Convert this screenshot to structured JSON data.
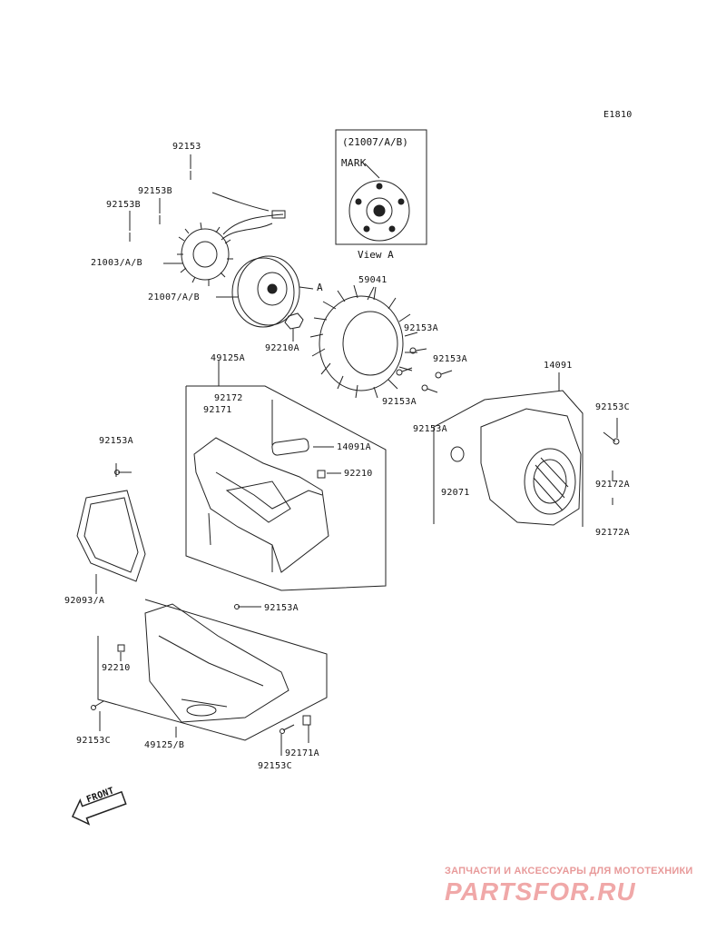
{
  "diagram_code": "E1810",
  "view_box": {
    "part_ref": "(21007/A/B)",
    "mark_label": "MARK",
    "caption": "View A"
  },
  "callout_letter": "A",
  "front_label": "FRONT",
  "labels": [
    {
      "id": "92153",
      "text": "92153"
    },
    {
      "id": "92153B-1",
      "text": "92153B"
    },
    {
      "id": "92153B-2",
      "text": "92153B"
    },
    {
      "id": "21003",
      "text": "21003/A/B"
    },
    {
      "id": "21007",
      "text": "21007/A/B"
    },
    {
      "id": "92210A",
      "text": "92210A"
    },
    {
      "id": "59041",
      "text": "59041"
    },
    {
      "id": "92153A-1",
      "text": "92153A"
    },
    {
      "id": "92153A-2",
      "text": "92153A"
    },
    {
      "id": "92153A-3",
      "text": "92153A"
    },
    {
      "id": "92153A-4",
      "text": "92153A"
    },
    {
      "id": "49125A",
      "text": "49125A"
    },
    {
      "id": "92172",
      "text": "92172"
    },
    {
      "id": "92171",
      "text": "92171"
    },
    {
      "id": "14091A",
      "text": "14091A"
    },
    {
      "id": "92210-1",
      "text": "92210"
    },
    {
      "id": "14091",
      "text": "14091"
    },
    {
      "id": "92153C-1",
      "text": "92153C"
    },
    {
      "id": "92071",
      "text": "92071"
    },
    {
      "id": "92172A-1",
      "text": "92172A"
    },
    {
      "id": "92172A-2",
      "text": "92172A"
    },
    {
      "id": "92153A-5",
      "text": "92153A"
    },
    {
      "id": "92093",
      "text": "92093/A"
    },
    {
      "id": "92153A-6",
      "text": "92153A"
    },
    {
      "id": "92210-2",
      "text": "92210"
    },
    {
      "id": "92153C-2",
      "text": "92153C"
    },
    {
      "id": "49125B",
      "text": "49125/B"
    },
    {
      "id": "92171A",
      "text": "92171A"
    },
    {
      "id": "92153C-3",
      "text": "92153C"
    }
  ],
  "watermark": {
    "tagline": "ЗАПЧАСТИ И АКСЕССУАРЫ ДЛЯ МОТОТЕХНИКИ",
    "brand": "PARTSFOR.RU",
    "color": "#e89a9a"
  }
}
